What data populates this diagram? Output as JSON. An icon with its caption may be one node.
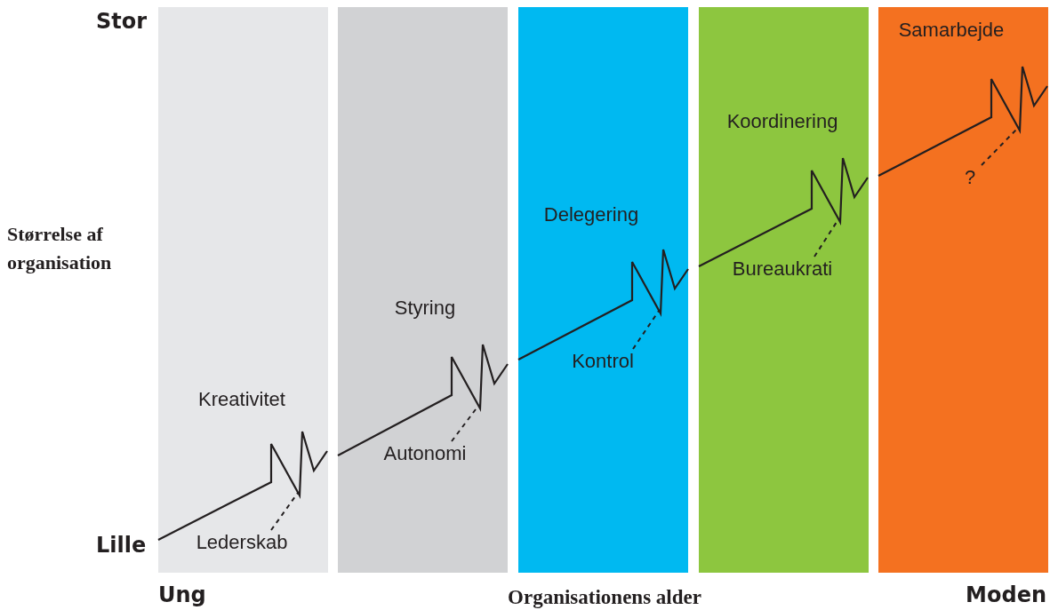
{
  "diagram": {
    "nodes": [
      {
        "text": [
          "Kreativitet"
        ]
      },
      {
        "text": [
          "Lederskab"
        ],
        "in": 0
      },
      {
        "text": [
          "Styring"
        ]
      },
      {
        "text": [
          "Autonomi"
        ],
        "in": 2
      },
      {
        "text": [
          "Delegering"
        ]
      },
      {
        "text": [
          "Kontrol"
        ],
        "in": 4
      },
      {
        "text": [
          "Koordinering"
        ]
      },
      {
        "text": [
          "Bureaukrati"
        ],
        "in": 6
      },
      {
        "text": [
          "Samarbejde"
        ]
      },
      {
        "text": [
          "?"
        ],
        "in": 8
      }
    ],
    "edges": [
      {
        "from": 1,
        "to": null,
        "arrow": "none",
        "style": "dashed"
      },
      {
        "from": 3,
        "to": null,
        "arrow": "none",
        "style": "dashed"
      },
      {
        "from": 5,
        "to": null,
        "arrow": "none",
        "style": "dashed"
      },
      {
        "from": 7,
        "to": null,
        "arrow": "none",
        "style": "dashed"
      },
      {
        "from": 9,
        "to": null,
        "arrow": "none",
        "style": "dashed"
      }
    ],
    "labels": [
      "Stor",
      "Størrelse af organisation",
      "Lille",
      "Ung",
      "Organisationens alder",
      "Moden"
    ]
  }
}
